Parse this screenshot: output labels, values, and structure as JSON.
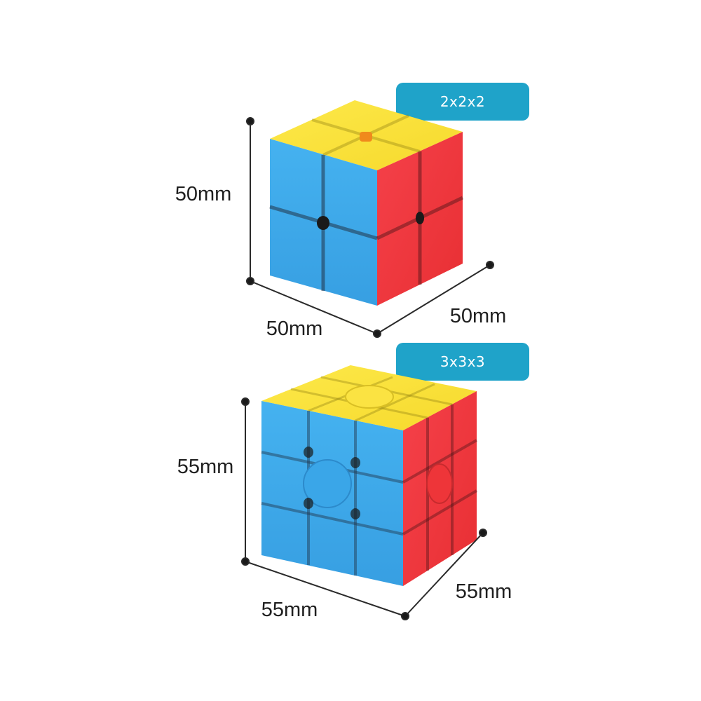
{
  "products": [
    {
      "badge": "2x2x2",
      "height_label": "50mm",
      "width_label": "50mm",
      "depth_label": "50mm"
    },
    {
      "badge": "3x3x3",
      "height_label": "55mm",
      "width_label": "55mm",
      "depth_label": "55mm"
    }
  ],
  "colors": {
    "badge": "#1fa3c9",
    "top": "#f9e23a",
    "front": "#3da8ea",
    "side": "#f2393c",
    "line": "#2a2a2a"
  }
}
